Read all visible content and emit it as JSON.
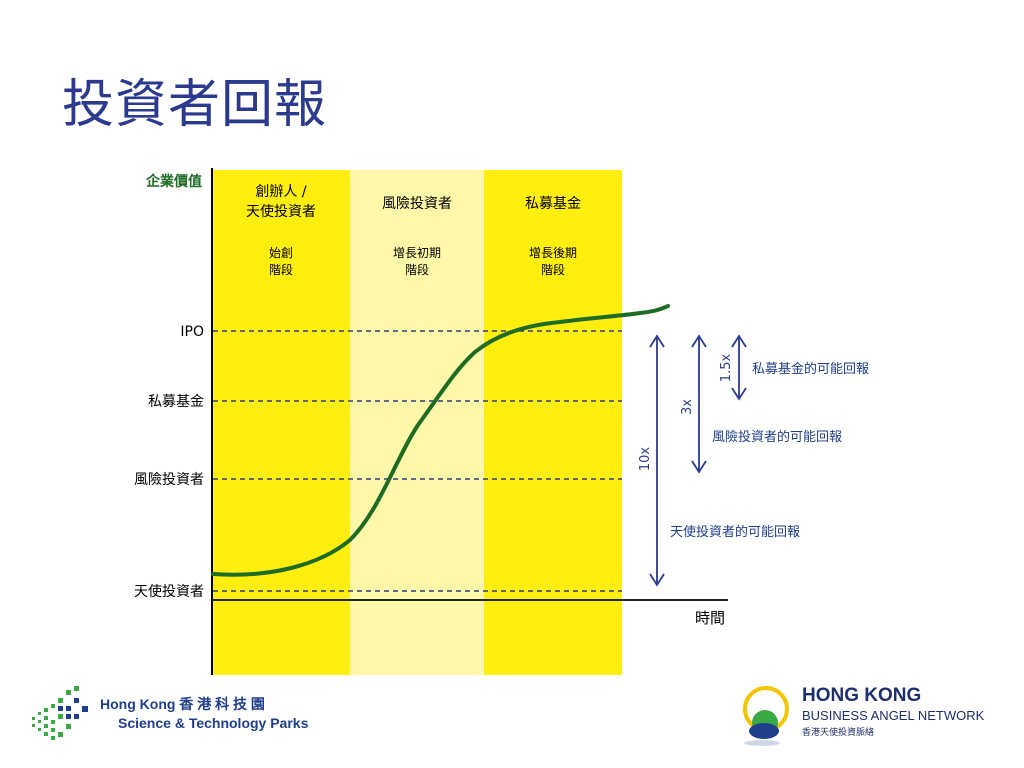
{
  "slide": {
    "title": "投資者回報"
  },
  "diagram": {
    "y_axis_label": "企業價值",
    "x_axis_label": "時間",
    "stages": [
      {
        "title": "創辦人 /\n天使投資者",
        "subtitle": "始創\n階段",
        "color": "#ffee10"
      },
      {
        "title": "風險投資者",
        "subtitle": "增長初期\n階段",
        "color": "#fff8a8"
      },
      {
        "title": "私募基金",
        "subtitle": "增長後期\n階段",
        "color": "#ffee10"
      }
    ],
    "levels": [
      {
        "label": "IPO"
      },
      {
        "label": "私募基金"
      },
      {
        "label": "風險投資者"
      },
      {
        "label": "天使投資者"
      }
    ],
    "returns": [
      {
        "multiple": "1.5x",
        "label": "私募基金的可能回報"
      },
      {
        "multiple": "3x",
        "label": "風險投資者的可能回報"
      },
      {
        "multiple": "10x",
        "label": "天使投資者的可能回報"
      }
    ],
    "colors": {
      "curve": "#1e6b25",
      "arrows": "#2b3a8c",
      "dashes": "#2b3a8c",
      "axis": "#000000",
      "text": "#000000",
      "return_text": "#1f3f8a"
    }
  },
  "footer": {
    "left_logo": {
      "line1": "Hong Kong 香 港 科 技 園",
      "line2": "Science & Technology Parks"
    },
    "right_logo": {
      "line1": "HONG KONG",
      "line2": "BUSINESS ANGEL NETWORK",
      "line3": "香港天使投資脈絡"
    }
  }
}
